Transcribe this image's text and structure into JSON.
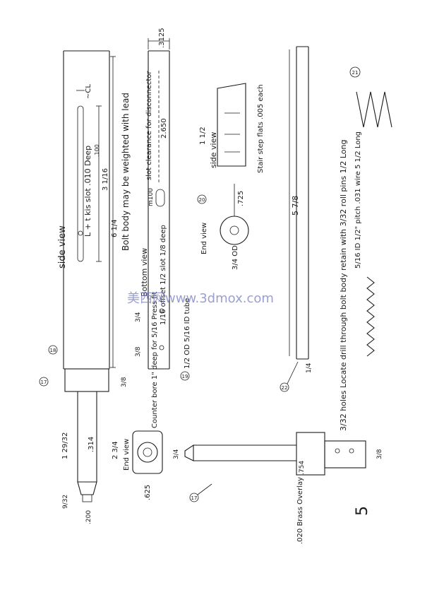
{
  "labels": {
    "side_view_1": "side view",
    "slot_note": "L + t kis slot .010 Deep",
    "slot_depth_sub": ".100",
    "cl_mark": "~CL",
    "dim_3_1_16": "3 1/16",
    "dim_6_1_4": "6 1/4",
    "weighted_note": "Bolt body may be weighted with lead",
    "bottom_view": "Bottom view",
    "dim_3125": ".3125",
    "slot_clearance": "slot clearance for disconnector",
    "dim_2650": "2.650",
    "m100": "m100",
    "offset_slot": "1/16 offset 1/2 slot 1/8 deep",
    "dim_3_4_a": "3/4",
    "dim_3_8_a": "3/8",
    "od_id_tube": "1/2 OD 5/16 ID tube",
    "dim_3_8_b": "3/8",
    "dim_1_29_32": "1 29/32",
    "dim_314": ".314",
    "dim_9_32": "9/32",
    "dim_200": ".200",
    "counter_bore": "Counter bore 1\" deep for 5/16 Press fit",
    "dim_2_3_4": "2 3/4",
    "end_view_1": "End view",
    "dim_625": ".625",
    "dim_3_4_b": "3/4",
    "side_view_2": "side view",
    "dim_1_1_2": "1 1/2",
    "stair_step": "Stair step flats .005 each",
    "end_view_2": "End view",
    "dim_725": ".725",
    "od_3_4": "3/4 OD",
    "dim_5_7_8": "5 7/8",
    "dim_1_4": "1/4",
    "brass_overlay": ".020 Brass Overlay",
    "dim_754": ".754",
    "dim_3_8_c": "3/8",
    "holes_note": "3/32 holes Locate drill through bolt body retain with 3/32 roll pins 1/2 Long",
    "spring_note": "5/16 ID 1/2\" pitch .031 wire 5 1/2 Long",
    "page_number": "5"
  },
  "callouts": [
    "17",
    "18",
    "19",
    "20",
    "21",
    "22",
    "17"
  ],
  "watermark": "美西网www.3dmox.com",
  "colors": {
    "ink": "#1a1a1a",
    "watermark": "#7a7fc0",
    "paper": "#ffffff"
  }
}
